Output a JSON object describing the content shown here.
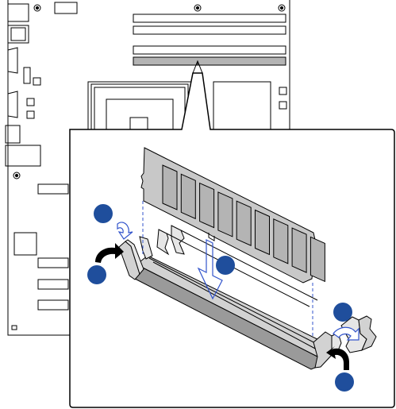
{
  "figure": {
    "colors": {
      "line": "#000000",
      "board": "#ffffff",
      "dimm": "#c8c8c8",
      "chip": "#b4b4b4",
      "slot_body": "#d2d2d2",
      "slot_dark": "#9a9a9a",
      "highlight_slot": "#b4b4b4",
      "callout": "#1f4e9c",
      "guide": "#3355cc"
    },
    "icons": [
      "curved-arrow-icon",
      "down-arrow-icon",
      "screw-hole-icon"
    ],
    "callouts": [
      {
        "id": "1",
        "label": ""
      },
      {
        "id": "2",
        "label": ""
      },
      {
        "id": "3",
        "label": ""
      },
      {
        "id": "4",
        "label": ""
      },
      {
        "id": "5",
        "label": ""
      }
    ]
  }
}
